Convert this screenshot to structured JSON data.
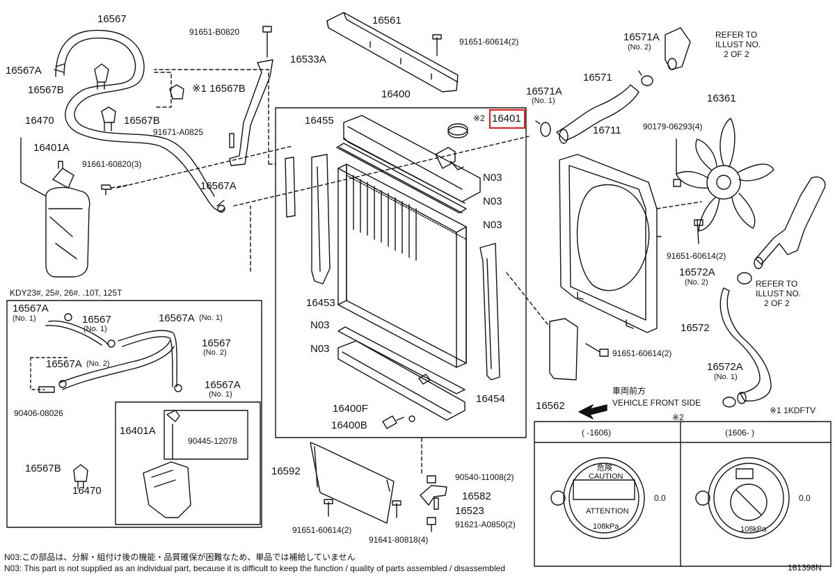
{
  "diagram": {
    "ref_number": "161398N",
    "variant_note": "KDY23#, 25#, 26#. .10T, 125T",
    "star1": "※1 1KDFTV",
    "star2": "※2",
    "direction_jp": "車両前方",
    "direction_en": "VEHICLE FRONT SIDE",
    "refer_1": [
      "REFER TO",
      "ILLUST NO.",
      "2 OF 2"
    ],
    "refer_2": [
      "REFER TO",
      "ILLUST NO.",
      "2 OF 2"
    ],
    "cap_panel_left": "(      -1606)",
    "cap_panel_right": "(1606-      )",
    "cap_caution_jp": "危険",
    "cap_caution_en": "CAUTION",
    "cap_attention": "ATTENTION",
    "cap_pressure": "108kPa",
    "cap_value": "0.0",
    "footnote_jp": "N03:この部品は、分解・組付け後の機能・品質確保が困難なため、単品では補給していません",
    "footnote_en": "N03: This part is not supplied as an individual part, because it is difficult to keep the function / quality of parts assembled / disassembled",
    "labels": {
      "p16567": "16567",
      "p16561": "16561",
      "p91651b0820": "91651-B0820",
      "p9165160614a": "91651-60614(2)",
      "p16571a_top": "16571A",
      "p16571a_top_no": "(No. 2)",
      "p16567a_1": "16567A",
      "p16533a": "16533A",
      "p16567b_1": "16567B",
      "p16567b_2": "※1 16567B",
      "p16400": "16400",
      "p16571": "16571",
      "p16571a_mid": "16571A",
      "p16571a_mid_no": "(No. 1)",
      "p16361": "16361",
      "p16470_top": "16470",
      "p16567b_3": "16567B",
      "p16455": "16455",
      "p16401_star": "※2",
      "p16401": "16401",
      "p16711": "16711",
      "p9017906293": "90179-06293(4)",
      "p16401a_top": "16401A",
      "p91671a0825": "91671-A0825",
      "p9166160820": "91661-60820(3)",
      "n03_1": "N03",
      "n03_2": "N03",
      "n03_3": "N03",
      "n03_4": "N03",
      "n03_5": "N03",
      "p16567a_2": "16567A",
      "p9165160614b": "91651-60614(2)",
      "p16572a_top": "16572A",
      "p16572a_top_no": "(No. 2)",
      "p16453": "16453",
      "p16572": "16572",
      "p9165160614c": "91651-60614(2)",
      "p16572a_bot": "16572A",
      "p16572a_bot_no": "(No. 1)",
      "p16454": "16454",
      "p16562": "16562",
      "p16400f": "16400F",
      "p16400b": "16400B",
      "p16592": "16592",
      "p9054011008": "90540-11008(2)",
      "p16582": "16582",
      "p16523": "16523",
      "p9162108850": "91621-A0850(2)",
      "p9165160614d": "91651-60614(2)",
      "p9164180818": "91641-80818(4)",
      "in_16567a_1": "16567A",
      "in_16567a_1_no": "(No. 1)",
      "in_16567_1": "16567",
      "in_16567_1_no": "(No. 1)",
      "in_16567a_2": "16567A",
      "in_16567a_2_no": "(No. 1)",
      "in_16567_2": "16567",
      "in_16567_2_no": "(No. 2)",
      "in_16567a_3": "16567A",
      "in_16567a_3_no": "(No. 2)",
      "in_16567a_4": "16567A",
      "in_16567a_4_no": "(No. 1)",
      "in_9040608026": "90406-08026",
      "in_16401a": "16401A",
      "in_9044512078": "90445-12078",
      "in_16567b": "16567B",
      "in_16470": "16470"
    }
  }
}
